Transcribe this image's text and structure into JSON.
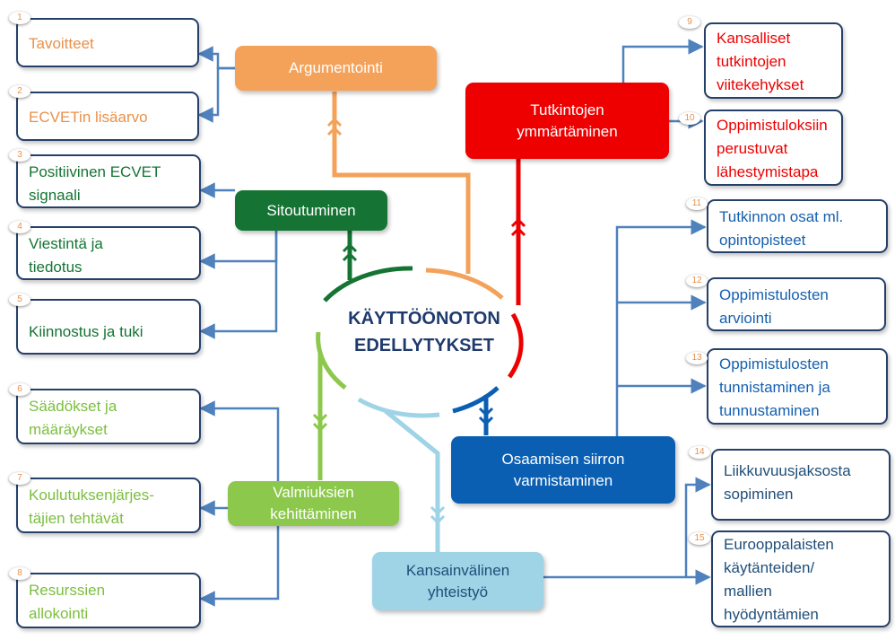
{
  "center": {
    "line1": "KÄYTTÖÖNOTON",
    "line2": "EDELLYTYKSET"
  },
  "hubs": {
    "argumentointi": {
      "label": "Argumentointi",
      "color": "#f4a25a"
    },
    "tutkintojen": {
      "line1": "Tutkintojen",
      "line2": "ymmärtäminen",
      "color": "#ee0000"
    },
    "sitoutuminen": {
      "label": "Sitoutuminen",
      "color": "#157434"
    },
    "osaamisen": {
      "line1": "Osaamisen siirron",
      "line2": "varmistaminen",
      "color": "#0b5fb3"
    },
    "valmiuksien": {
      "line1": "Valmiuksien",
      "line2": "kehittäminen",
      "color": "#8cc84b"
    },
    "kansainvalinen": {
      "line1": "Kansainvälinen",
      "line2": "yhteistyö",
      "color": "#9fd3e6",
      "text_color": "#1f4e79"
    }
  },
  "leaves": [
    {
      "num": "1",
      "lines": [
        "Tavoitteet"
      ],
      "color": "#e8914b"
    },
    {
      "num": "2",
      "lines": [
        "ECVETin lisäarvo"
      ],
      "color": "#e8914b"
    },
    {
      "num": "3",
      "lines": [
        "Positiivinen ECVET",
        "signaali"
      ],
      "color": "#157434"
    },
    {
      "num": "4",
      "lines": [
        "Viestintä ja",
        "tiedotus"
      ],
      "color": "#157434"
    },
    {
      "num": "5",
      "lines": [
        "Kiinnostus ja tuki"
      ],
      "color": "#157434"
    },
    {
      "num": "6",
      "lines": [
        "Säädökset ja",
        "määräykset"
      ],
      "color": "#7cbf3f"
    },
    {
      "num": "7",
      "lines": [
        "Koulutuksenjärjes-",
        "täjien tehtävät"
      ],
      "color": "#7cbf3f"
    },
    {
      "num": "8",
      "lines": [
        "Resurssien",
        "allokointi"
      ],
      "color": "#7cbf3f"
    },
    {
      "num": "9",
      "lines": [
        "Kansalliset",
        "tutkintojen",
        "viitekehykset"
      ],
      "color": "#ee0000"
    },
    {
      "num": "10",
      "lines": [
        "Oppimistuloksiin",
        "perustuvat",
        "lähestymistapa"
      ],
      "color": "#ee0000"
    },
    {
      "num": "11",
      "lines": [
        "Tutkinnon osat ml.",
        "opintopisteet"
      ],
      "color": "#1560b0"
    },
    {
      "num": "12",
      "lines": [
        "Oppimistulosten",
        "arviointi"
      ],
      "color": "#1560b0"
    },
    {
      "num": "13",
      "lines": [
        "Oppimistulosten",
        "tunnistaminen ja",
        "tunnustaminen"
      ],
      "color": "#1560b0"
    },
    {
      "num": "14",
      "lines": [
        "Liikkuvuusjaksosta",
        "sopiminen"
      ],
      "color": "#1f4e79"
    },
    {
      "num": "15",
      "lines": [
        "Eurooppalaisten",
        "käytänteiden/",
        "mallien",
        "hyödyntämien"
      ],
      "color": "#1f4e79"
    }
  ],
  "colors": {
    "connector": "#4f81bd",
    "leaf_border": "#25406a",
    "badge_text": "#e8914b"
  }
}
